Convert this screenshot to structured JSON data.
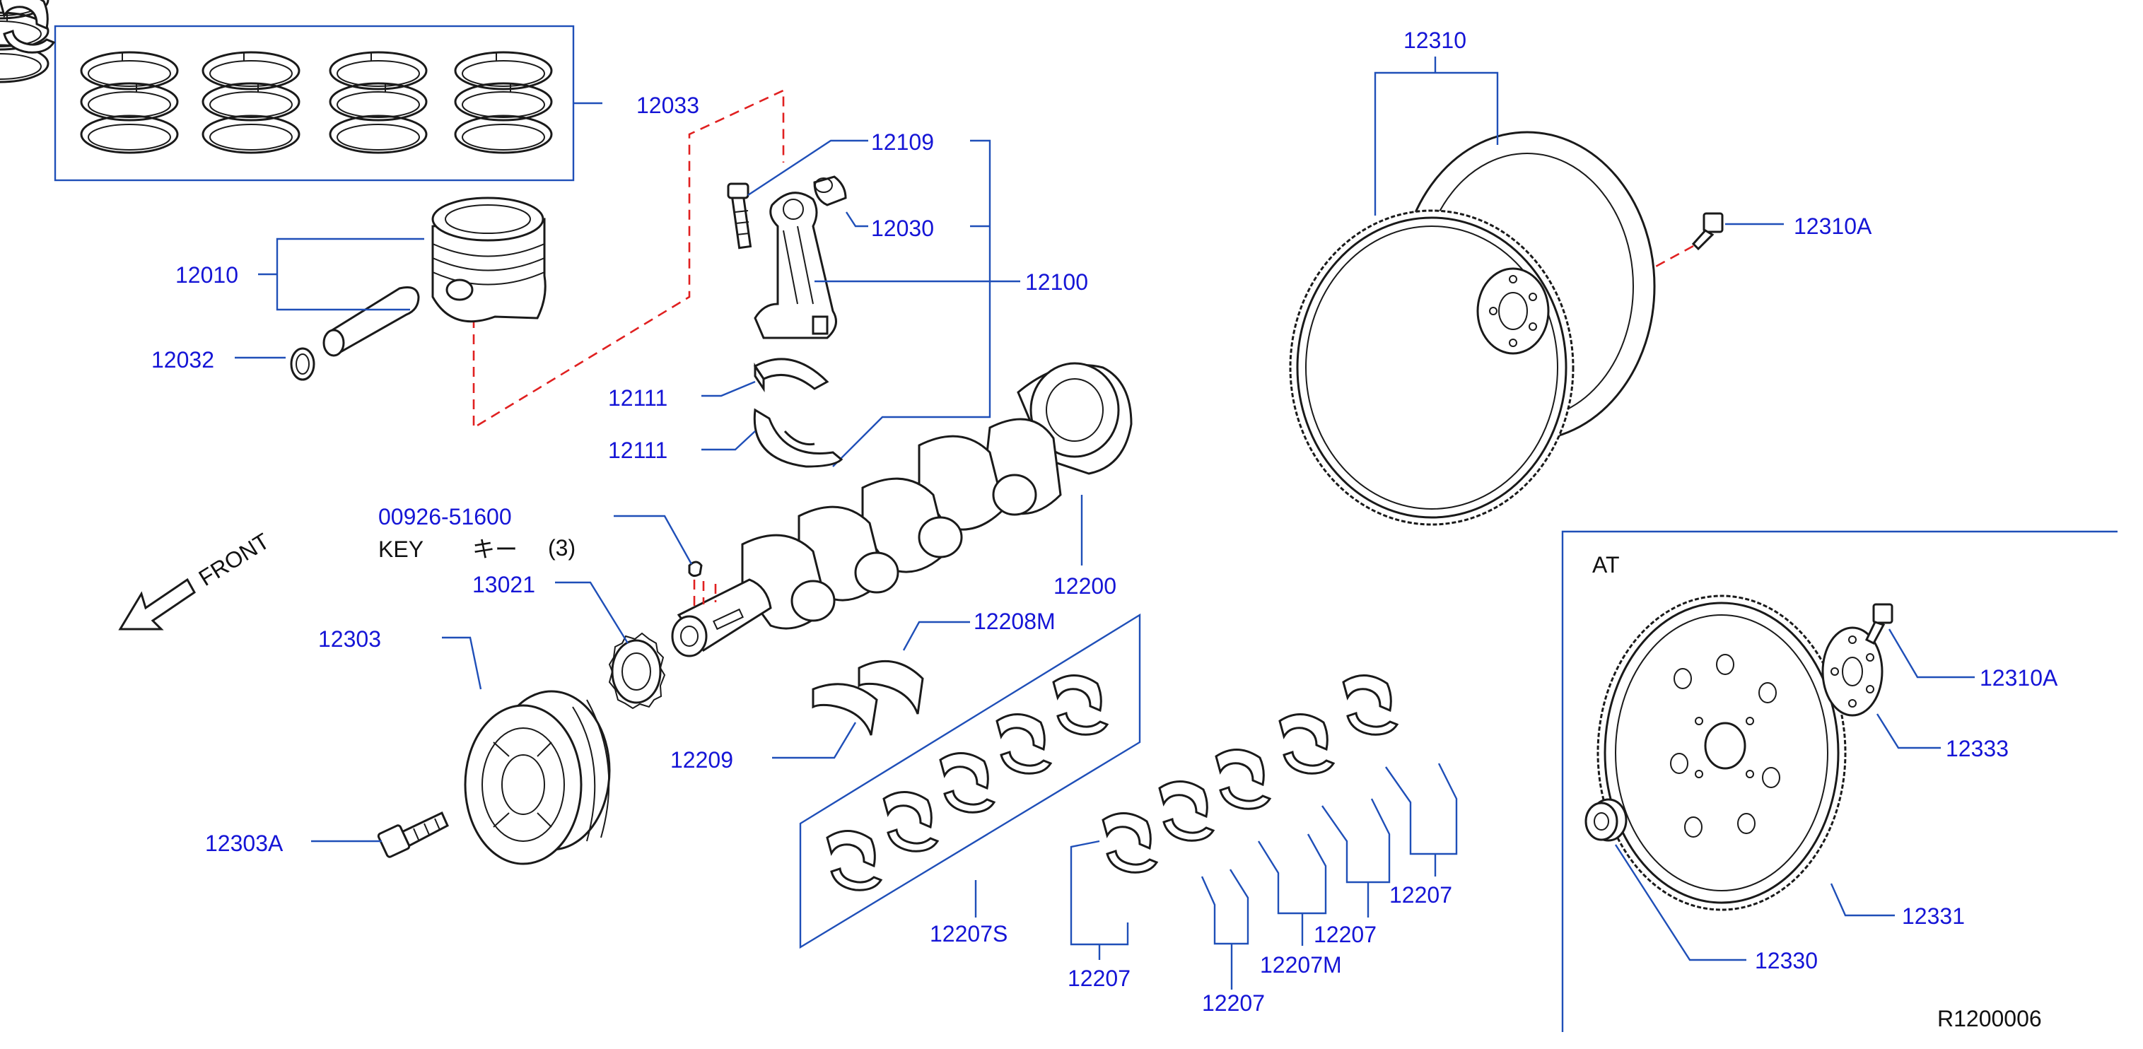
{
  "diagram": {
    "drawing_id": "R1200006",
    "section_label": "AT",
    "front_label": "FRONT",
    "key_note": {
      "part_number": "00926-51600",
      "text": "KEY",
      "japanese": "キー",
      "qty": "(3)"
    },
    "callouts": {
      "piston_rings": "12033",
      "piston": "12010",
      "snap_ring": "12032",
      "rod_bolt": "12109",
      "rod_bushing": "12030",
      "connecting_rod": "12100",
      "rod_bearing_upper": "12111",
      "rod_bearing_lower": "12111",
      "crankshaft": "12200",
      "sprocket": "13021",
      "pulley": "12303",
      "pulley_bolt": "12303A",
      "thrust_washer_upper": "12208M",
      "thrust_washer_lower": "12209",
      "main_bearing_set": "12207S",
      "main_bearing_1": "12207",
      "main_bearing_2": "12207",
      "main_bearing_center": "12207M",
      "main_bearing_3": "12207",
      "main_bearing_4": "12207",
      "flywheel": "12310",
      "flywheel_bolt": "12310A",
      "drive_plate_bolt": "12310A",
      "reinforcement_plate": "12333",
      "drive_plate": "12331",
      "pilot_converter": "12330"
    }
  }
}
